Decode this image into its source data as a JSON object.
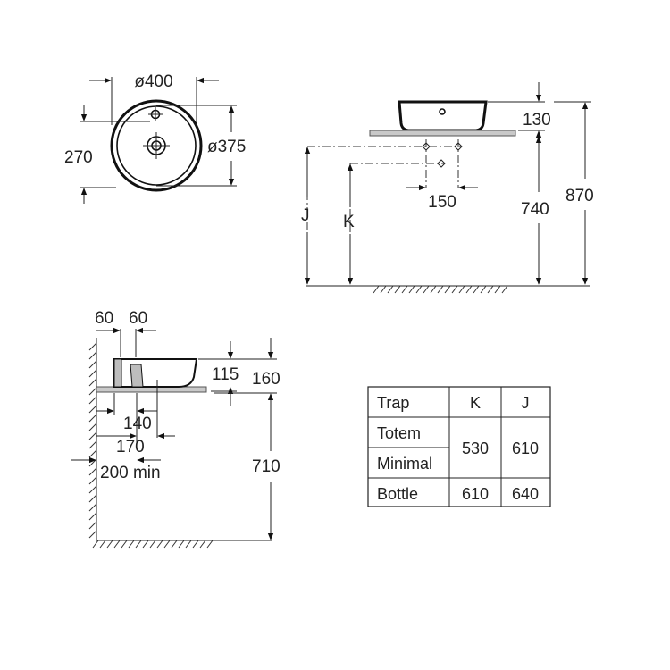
{
  "top_view": {
    "outer_diameter": "ø400",
    "inner_diameter": "ø375",
    "depth": "270"
  },
  "side_view": {
    "basin_height": "130",
    "counter_height": "740",
    "total_height": "870",
    "waste_offset": "150",
    "trap_label_j": "J",
    "trap_label_k": "K"
  },
  "section_view": {
    "left_offset": "60",
    "right_offset": "60",
    "inner_height": "115",
    "outer_height": "160",
    "waste_140": "140",
    "waste_170": "170",
    "wall_min": "200 min",
    "floor_height": "710"
  },
  "trap_table": {
    "headers": [
      "Trap",
      "K",
      "J"
    ],
    "rows": [
      {
        "name": "Totem"
      },
      {
        "name": "Minimal"
      },
      {
        "name": "Bottle",
        "k": "610",
        "j": "640"
      }
    ],
    "merged": {
      "k": "530",
      "j": "610"
    }
  }
}
